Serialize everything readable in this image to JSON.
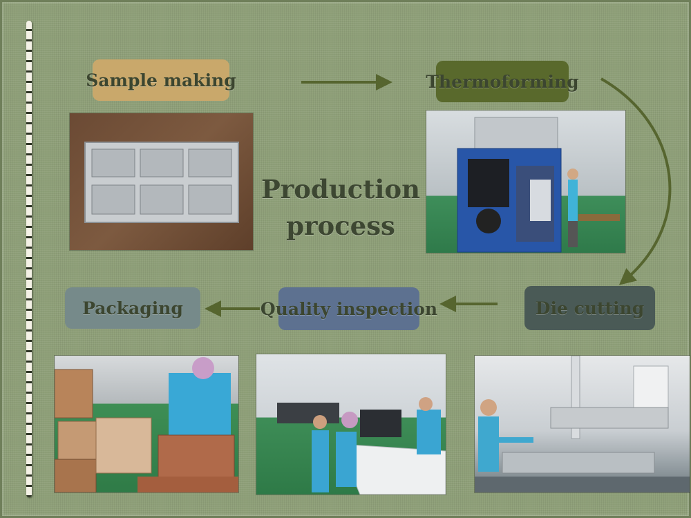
{
  "diagram": {
    "title_line1": "Production",
    "title_line2": "process",
    "steps": [
      {
        "label": "Sample making",
        "color": "#c9a86b"
      },
      {
        "label": "Thermoforming",
        "color": "#59692c"
      },
      {
        "label": "Die cutting",
        "color": "#4a5a56"
      },
      {
        "label": "Quality inspection",
        "color": "#5d7190"
      },
      {
        "label": "Packaging",
        "color": "#768a8a"
      }
    ]
  },
  "photos": [
    {
      "name": "sample-mold-photo",
      "icon": "aluminum-mold"
    },
    {
      "name": "thermoforming-machine-photo",
      "icon": "machine-with-worker"
    },
    {
      "name": "die-cutting-photo",
      "icon": "cutting-press-with-worker"
    },
    {
      "name": "quality-inspection-photo",
      "icon": "workers-at-tables"
    },
    {
      "name": "packaging-photo",
      "icon": "worker-with-boxes"
    }
  ]
}
